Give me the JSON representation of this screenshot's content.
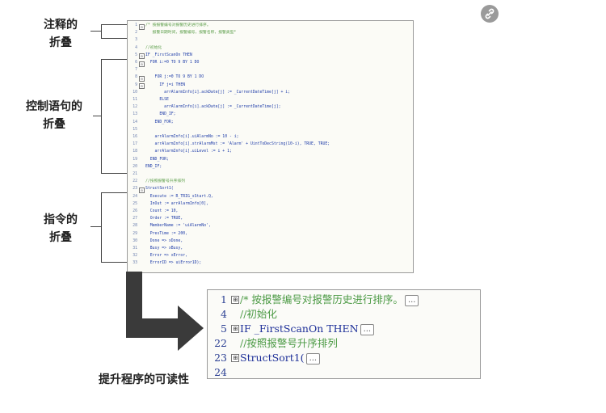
{
  "labels": {
    "comment_fold": [
      "注释的",
      "折叠"
    ],
    "control_fold": [
      "控制语句的",
      "折叠"
    ],
    "instruction_fold": [
      "指令的",
      "折叠"
    ],
    "readability": "提升程序的可读性"
  },
  "code_lines": [
    {
      "n": "1",
      "fold": "⊟",
      "t": "/* 按报警编号对报警历史进行排序。",
      "c": "cmt"
    },
    {
      "n": "2",
      "fold": "",
      "t": "   报警日期时间，报警编号，报警名称，报警类型*",
      "c": "cmt"
    },
    {
      "n": "3",
      "fold": "",
      "t": "",
      "c": ""
    },
    {
      "n": "4",
      "fold": "",
      "t": "//初始化",
      "c": "cmt"
    },
    {
      "n": "5",
      "fold": "⊟",
      "t": "IF _FirstScanOn THEN",
      "c": "kw"
    },
    {
      "n": "6",
      "fold": "⊟",
      "t": "  FOR i:=0 TO 9 BY 1 DO",
      "c": "kw"
    },
    {
      "n": "7",
      "fold": "",
      "t": "",
      "c": ""
    },
    {
      "n": "8",
      "fold": "⊟",
      "t": "    FOR j:=0 TO 9 BY 1 DO",
      "c": "kw"
    },
    {
      "n": "9",
      "fold": "⊟",
      "t": "      IF j=i THEN",
      "c": "kw"
    },
    {
      "n": "10",
      "fold": "",
      "t": "        arrAlarmInfo[i].ackDate[j] := _CurrentDateTime[j] + i;",
      "c": "kw"
    },
    {
      "n": "11",
      "fold": "",
      "t": "      ELSE",
      "c": "kw"
    },
    {
      "n": "12",
      "fold": "",
      "t": "        arrAlarmInfo[i].ackDate[j] := _CurrentDateTime[j];",
      "c": "kw"
    },
    {
      "n": "13",
      "fold": "",
      "t": "      END_IF;",
      "c": "kw"
    },
    {
      "n": "14",
      "fold": "",
      "t": "    END_FOR;",
      "c": "kw"
    },
    {
      "n": "15",
      "fold": "",
      "t": "",
      "c": ""
    },
    {
      "n": "16",
      "fold": "",
      "t": "    arrAlarmInfo[i].uiAlarmNo := 10 - i;",
      "c": "kw"
    },
    {
      "n": "17",
      "fold": "",
      "t": "    arrAlarmInfo[i].strAlarmMst := 'Alarm' + UintToDecString(10-i), TRUE, TRUE;",
      "c": "kw"
    },
    {
      "n": "18",
      "fold": "",
      "t": "    arrAlarmInfo[i].uiLevel := i + 1;",
      "c": "kw"
    },
    {
      "n": "19",
      "fold": "",
      "t": "  END_FOR;",
      "c": "kw"
    },
    {
      "n": "20",
      "fold": "",
      "t": "END_IF;",
      "c": "kw"
    },
    {
      "n": "21",
      "fold": "",
      "t": "",
      "c": ""
    },
    {
      "n": "22",
      "fold": "",
      "t": "//按照报警号升序排列",
      "c": "cmt"
    },
    {
      "n": "23",
      "fold": "⊟",
      "t": "StructSort1(",
      "c": "kw"
    },
    {
      "n": "24",
      "fold": "",
      "t": "  Execute := R_TRIG_sStart.Q,",
      "c": "kw"
    },
    {
      "n": "25",
      "fold": "",
      "t": "  InOut := arrAlarmInfo[0],",
      "c": "kw"
    },
    {
      "n": "26",
      "fold": "",
      "t": "  Count := 10,",
      "c": "kw"
    },
    {
      "n": "27",
      "fold": "",
      "t": "  Order := TRUE,",
      "c": "kw"
    },
    {
      "n": "28",
      "fold": "",
      "t": "  MemberName := 'uiAlarmNo',",
      "c": "kw"
    },
    {
      "n": "29",
      "fold": "",
      "t": "  PresTime := 200,",
      "c": "kw"
    },
    {
      "n": "30",
      "fold": "",
      "t": "  Done => xDone,",
      "c": "kw"
    },
    {
      "n": "31",
      "fold": "",
      "t": "  Busy => xBusy,",
      "c": "kw"
    },
    {
      "n": "32",
      "fold": "",
      "t": "  Error => xError,",
      "c": "kw"
    },
    {
      "n": "33",
      "fold": "",
      "t": "  ErrorID => uiError1D);",
      "c": "kw"
    }
  ],
  "zoom_lines": [
    {
      "n": "1",
      "fold": "⊞",
      "t": "/* 按报警编号对报警历史进行排序。",
      "c": "zc",
      "dots": "..."
    },
    {
      "n": "4",
      "fold": "",
      "t": "  //初始化",
      "c": "zc",
      "dots": ""
    },
    {
      "n": "5",
      "fold": "⊞",
      "t": "IF _FirstScanOn THEN",
      "c": "zk",
      "dots": "..."
    },
    {
      "n": "22",
      "fold": "",
      "t": "  //按照报警号升序排列",
      "c": "zc",
      "dots": ""
    },
    {
      "n": "23",
      "fold": "⊞",
      "t": "StructSort1(",
      "c": "zk",
      "dots": "..."
    },
    {
      "n": "24",
      "fold": "",
      "t": "",
      "c": "",
      "dots": ""
    }
  ],
  "colors": {
    "arrow": "#3a3a3a",
    "comment": "#4b9a44",
    "keyword": "#1d2f98"
  },
  "icons": {
    "share": "link-share-icon"
  }
}
